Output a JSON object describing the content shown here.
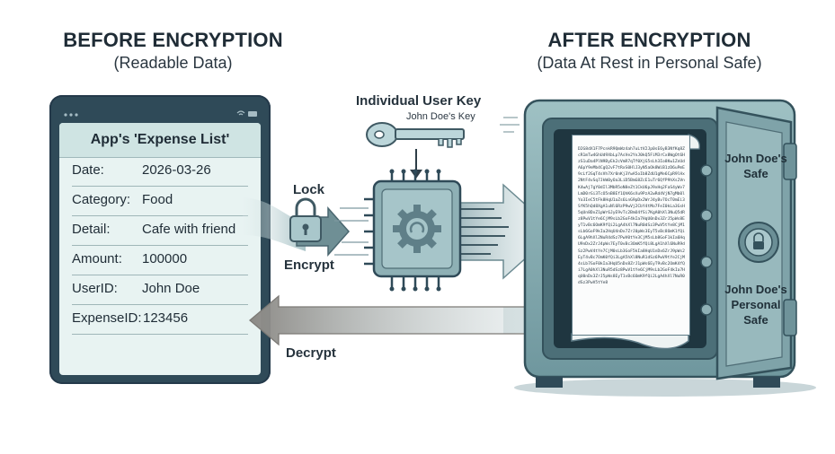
{
  "left_panel": {
    "title": "BEFORE ENCRYPTION",
    "subtitle": "(Readable Data)"
  },
  "right_panel": {
    "title": "AFTER ENCRYPTION",
    "subtitle": "(Data At Rest in Personal Safe)"
  },
  "app": {
    "header": "App's 'Expense List'",
    "fields": [
      {
        "key": "Date:",
        "value": "2026-03-26"
      },
      {
        "key": "Category:",
        "value": "Food"
      },
      {
        "key": "Detail:",
        "value": "Cafe with friend"
      },
      {
        "key": "Amount:",
        "value": "100000"
      },
      {
        "key": "UserID:",
        "value": "John Doe"
      },
      {
        "key": "ExpenseID:",
        "value": "123456"
      }
    ]
  },
  "key": {
    "title": "Individual User Key",
    "owner": "John Doe's Key"
  },
  "process": {
    "lock_label": "Lock",
    "encrypt_label": "Encrypt",
    "decrypt_label": "Decrypt"
  },
  "safe": {
    "door_label_top": "John Doe's Safe",
    "door_label_bottom": "John Doe's Personal Safe"
  },
  "ciphertext": "D2G8dX1F7PcnkR9QmWz4ah7uLtV2Jp0sE6yB3NfKq8ZcR1mTw4GhUd9XbLp7AsVe2YnJ0kQ5FiM3rCx8WgOt6HzS1uDa4PlN9ByEk2cVmR7qTf0XjG5sLh3Io8Kw1ZnUdA6pY9eMb4CgQ2vF7tRxS0HlJ3yN5aOk8WiB1zD6uPmE9cLf2GqT4sVh7Xr0nKj3YwA5oIb8ZdU1gMe6CpR9lHx2NtF4vSq7JkW0yOa3LiD5BmG8ZcE1uTr6QfP9hXs2VnK4wAj7gY0dIl3MbR5oN8eZt1CkU6pJ9xHq2FaS4yWv7LmD0rGi3TcO5nB8Ef1QhK6sXu9PzA2wRd4VjN7gMb0lYo3IeC5tFk8HqU1aZs6LnG9pDx2WrJ4yBv7OcT0mEi3SfK5hQd8XgA1uNl6RzP9wVj2CbY4tMo7FeI0kLa3GsH5qUn8DxZ1pWr6JyE9vTc2BmO4fSi7KgA0hXl3NuQ5dRz8PwV1tYe6CjM9sLb2GoF4kIa7HqU0nDx3ZrJ5pWs8EyT1vBc6OmK9fQi2LgA4hXl7NuR0dSz3PwV5tYe8CjM1sLb6GoF9kIa2HqU4nDx7ZrJ0pWs3EyT5vBc8OmK1fQi6LgA9hXl2NuR4dSz7PwV0tYe3CjM5sLb8GoF1kIa6HqU9nDx2ZrJ4pWs7EyT0vBc3OmK5fQi8LgA1hXl6NuR9dSz2PwV4tYe7CjM0sLb3GoF5kIa8HqU1nDx6ZrJ9pWs2EyT4vBc7OmK0fQi3LgA5hXl8NuR1dSz6PwV9tYe2CjM4sLb7GoF0kIa3HqU5nDx8ZrJ1pWs6EyT9vBc2OmK4fQi7LgA0hXl3NuR5dSz8PwV1tYe6CjM9sLb2GoF4kIa7HqU0nDx3ZrJ5pWs8EyT1vBc6OmK9fQi2LgA4hXl7NuR0dSz3PwV5tYe8"
}
